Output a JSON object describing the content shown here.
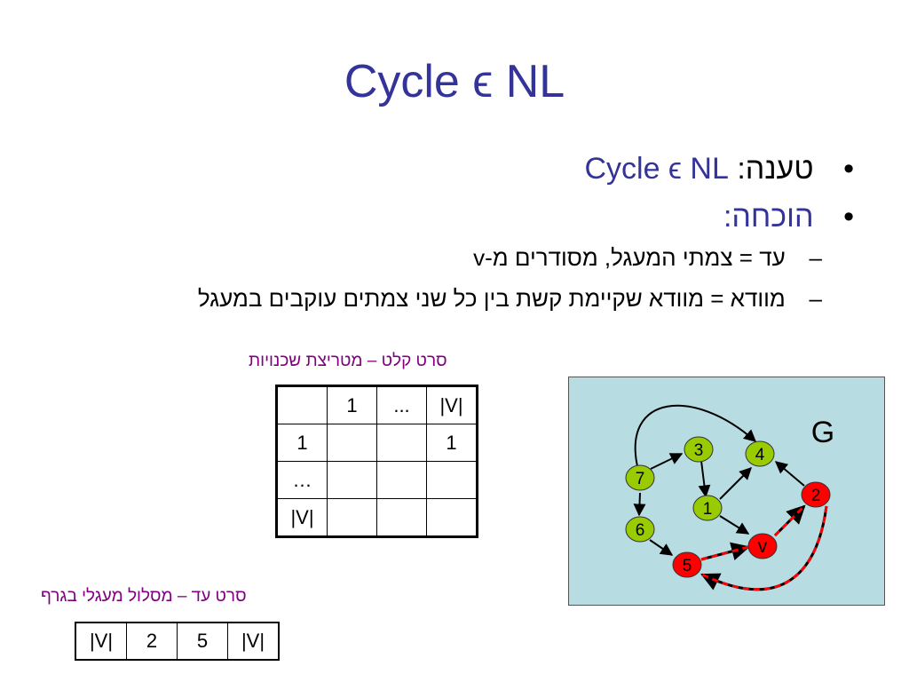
{
  "title": "Cycle ϵ NL",
  "bullets": [
    {
      "label": "טענה: ",
      "value": "Cycle ϵ NL",
      "marker": "•"
    },
    {
      "label": "הוכחה:",
      "marker": "•"
    }
  ],
  "sub_bullets": [
    {
      "marker": "–",
      "text": "עד = צמתי המעגל, מסודרים מ-v"
    },
    {
      "marker": "–",
      "text": "מוודא = מוודא שקיימת קשת בין כל שני צמתים עוקבים במעגל"
    }
  ],
  "matrix_caption": "סרט קלט – מטריצת שכנויות",
  "matrix": [
    [
      "",
      "1",
      "...",
      "|V|"
    ],
    [
      "1",
      "",
      "",
      "1"
    ],
    [
      "…",
      "",
      "",
      ""
    ],
    [
      "|V|",
      "",
      "",
      ""
    ]
  ],
  "path_caption": "סרט עד – מסלול מעגלי בגרף",
  "path": [
    "|V|",
    "2",
    "5",
    "|V|"
  ],
  "graph": {
    "label": "G",
    "nodes": [
      {
        "id": "7",
        "color": "#99cc00"
      },
      {
        "id": "3",
        "color": "#99cc00"
      },
      {
        "id": "4",
        "color": "#99cc00"
      },
      {
        "id": "1",
        "color": "#99cc00"
      },
      {
        "id": "6",
        "color": "#99cc00"
      },
      {
        "id": "2",
        "color": "#ff0000"
      },
      {
        "id": "v",
        "color": "#ff0000"
      },
      {
        "id": "5",
        "color": "#ff0000"
      }
    ]
  }
}
